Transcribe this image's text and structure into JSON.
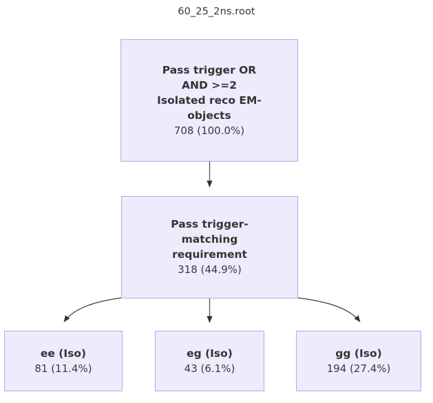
{
  "title": "60_25_2ns.root",
  "diagram": {
    "type": "flowchart",
    "orientation": "top-down",
    "node_fill": "#ececfd",
    "node_border": "#b9a7e2",
    "edge_color": "#333333",
    "background": "#ffffff",
    "nodes": [
      {
        "id": "root",
        "label": "Pass trigger OR\nAND >=2\nIsolated reco EM-\nobjects",
        "count_text": "708 (100.0%)",
        "count": 708,
        "percent": 100.0
      },
      {
        "id": "matched",
        "label": "Pass trigger-\nmatching\nrequirement",
        "count_text": "318 (44.9%)",
        "count": 318,
        "percent": 44.9
      },
      {
        "id": "ee",
        "label": "ee (Iso)",
        "count_text": "81 (11.4%)",
        "count": 81,
        "percent": 11.4
      },
      {
        "id": "eg",
        "label": "eg (Iso)",
        "count_text": "43 (6.1%)",
        "count": 43,
        "percent": 6.1
      },
      {
        "id": "gg",
        "label": "gg (Iso)",
        "count_text": "194 (27.4%)",
        "count": 194,
        "percent": 27.4
      }
    ],
    "edges": [
      {
        "from": "root",
        "to": "matched",
        "style": "straight-arrow"
      },
      {
        "from": "matched",
        "to": "ee",
        "style": "curved-arrow"
      },
      {
        "from": "matched",
        "to": "eg",
        "style": "straight-arrow"
      },
      {
        "from": "matched",
        "to": "gg",
        "style": "curved-arrow"
      }
    ]
  }
}
